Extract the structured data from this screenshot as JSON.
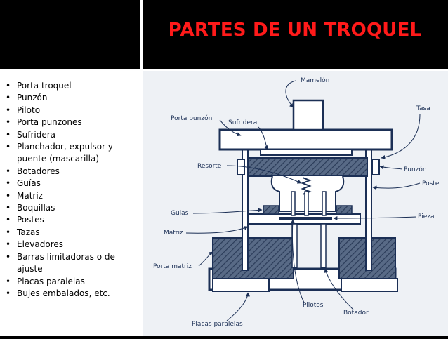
{
  "slide": {
    "title": "PARTES DE UN TROQUEL",
    "bullets": [
      "Porta troquel",
      "Punzón",
      "Piloto",
      "Porta punzones",
      "Sufridera",
      "Planchador, expulsor y puente (mascarilla)",
      "Botadores",
      "Guías",
      "Matriz",
      "Boquillas",
      "Postes",
      "Tazas",
      "Elevadores",
      "Barras limitadoras o de ajuste",
      "Placas paralelas",
      "Bujes embalados, etc."
    ]
  },
  "diagram": {
    "labels": {
      "mamelon": "Mamelón",
      "tasa": "Tasa",
      "porta_punzon": "Porta punzón",
      "sufridera": "Sufridera",
      "resorte": "Resorte",
      "punzon": "Punzón",
      "poste": "Poste",
      "guias": "Guias",
      "pieza": "Pieza",
      "matriz": "Matriz",
      "porta_matriz": "Porta matriz",
      "pilotos": "Pilotos",
      "botador": "Botador",
      "placas_paralelas": "Placas paralelas"
    }
  },
  "colors": {
    "title": "#ff1a1a",
    "background": "#000000",
    "diagram_ink": "#1b2f55",
    "diagram_bg": "#eef1f5"
  }
}
